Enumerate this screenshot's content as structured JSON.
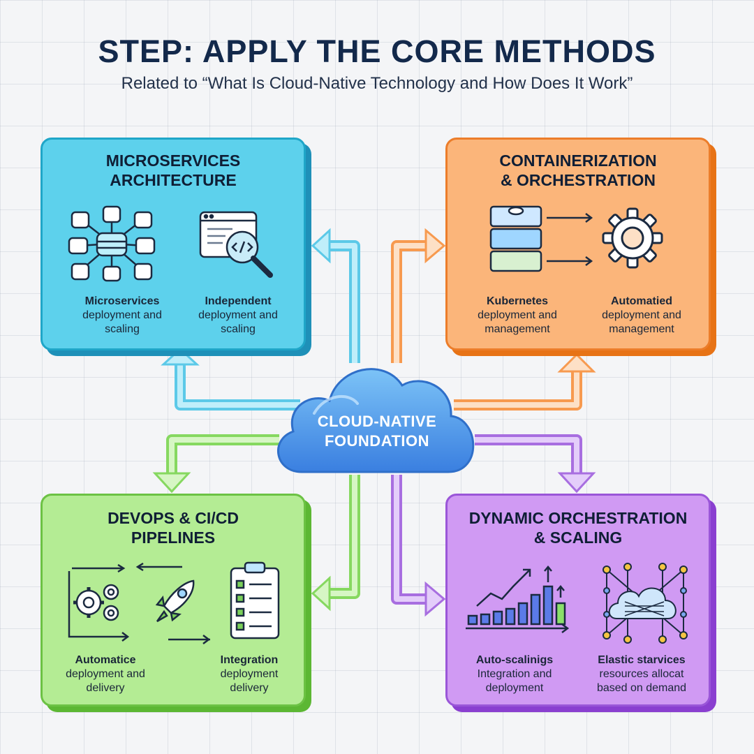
{
  "header": {
    "title": "STEP: APPLY THE CORE METHODS",
    "subtitle": "Related to “What Is Cloud-Native Technology and How Does It Work”"
  },
  "center": {
    "line1": "CLOUD-NATIVE",
    "line2": "FOUNDATION"
  },
  "cards": {
    "microservices": {
      "title_line1": "MICROSERVICES",
      "title_line2": "ARCHITECTURE",
      "left_bold": "Microservices",
      "left_line2": "deployment and",
      "left_line3": "scaling",
      "right_bold": "Independent",
      "right_line2": "deployment and",
      "right_line3": "scaling",
      "color": "#5dd1ec"
    },
    "containerization": {
      "title_line1": "CONTAINERIZATION",
      "title_line2": "& ORCHESTRATION",
      "left_bold": "Kubernetes",
      "left_line2": "deployment and",
      "left_line3": "management",
      "right_bold": "Automatied",
      "right_line2": "deployment and",
      "right_line3": "management",
      "color": "#fbb57a"
    },
    "devops": {
      "title_line1": "DEVOPS & CI/CD",
      "title_line2": "PIPELINES",
      "left_bold": "Automatice",
      "left_line2": "deployment and",
      "left_line3": "delivery",
      "right_bold": "Integration",
      "right_line2": "deployment",
      "right_line3": "delivery",
      "color": "#b4ec94"
    },
    "dynamic": {
      "title_line1": "DYNAMIC ORCHESTRATION",
      "title_line2": "& SCALING",
      "left_bold": "Auto-scalinigs",
      "left_line2": "Integration and",
      "left_line3": "deployment",
      "right_bold": "Elastic starvices",
      "right_line2": "resources allocat",
      "right_line3": "based on demand",
      "color": "#d09af3"
    }
  },
  "icons": [
    "database-network-icon",
    "code-search-icon",
    "container-stack-icon",
    "gear-icon",
    "gears-icon",
    "rocket-icon",
    "checklist-icon",
    "bar-chart-growth-icon",
    "cloud-network-icon"
  ]
}
